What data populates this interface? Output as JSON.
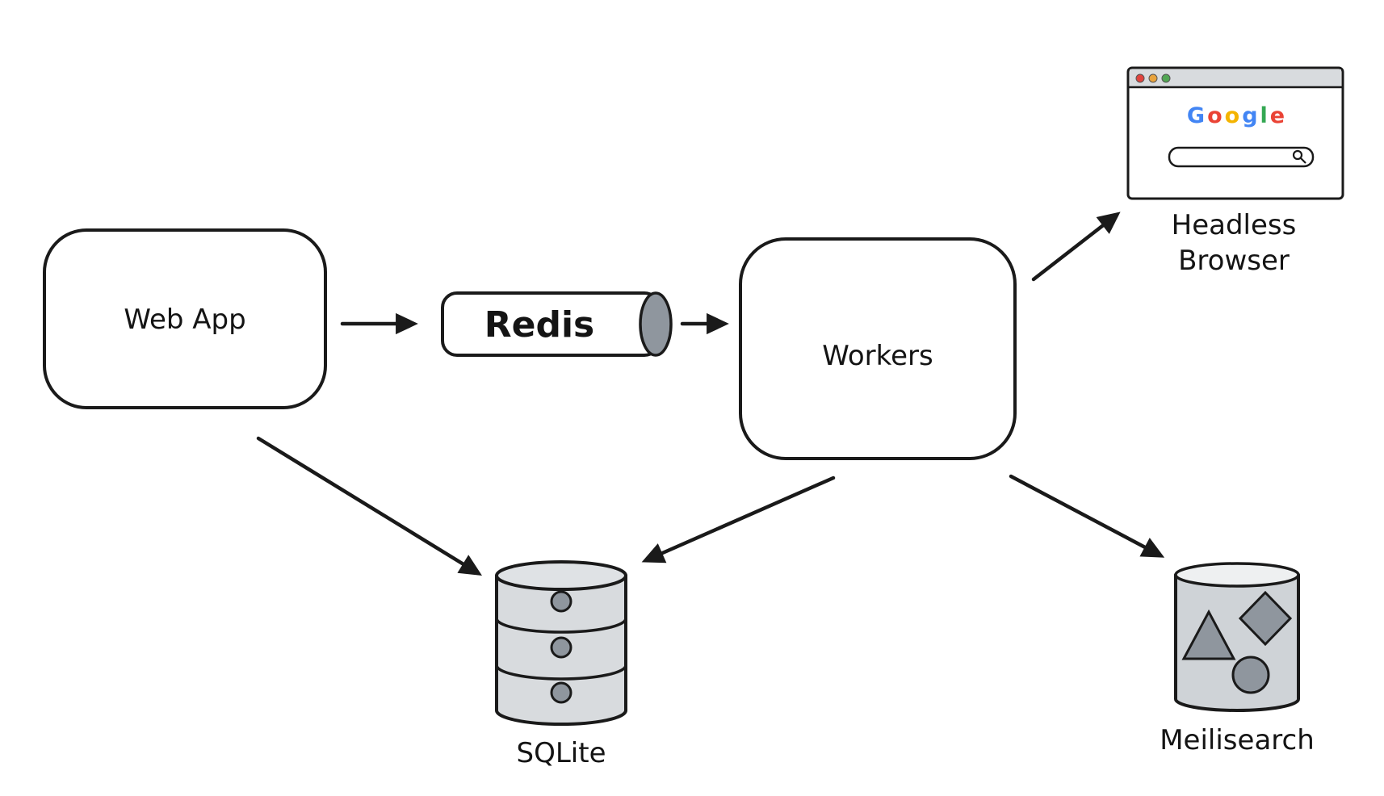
{
  "diagram": {
    "nodes": {
      "web_app": {
        "label": "Web App"
      },
      "redis": {
        "label": "Redis"
      },
      "workers": {
        "label": "Workers"
      },
      "headless_browser": {
        "label_line1": "Headless",
        "label_line2": "Browser"
      },
      "sqlite": {
        "label": "SQLite"
      },
      "meilisearch": {
        "label": "Meilisearch"
      }
    },
    "edges": [
      {
        "from": "web_app",
        "to": "redis"
      },
      {
        "from": "redis",
        "to": "workers"
      },
      {
        "from": "workers",
        "to": "headless_browser"
      },
      {
        "from": "web_app",
        "to": "sqlite"
      },
      {
        "from": "workers",
        "to": "sqlite"
      },
      {
        "from": "workers",
        "to": "meilisearch"
      }
    ],
    "browser": {
      "logo": [
        {
          "char": "G",
          "color": "#4285F4"
        },
        {
          "char": "o",
          "color": "#EA4335"
        },
        {
          "char": "o",
          "color": "#F4B400"
        },
        {
          "char": "g",
          "color": "#4285F4"
        },
        {
          "char": "l",
          "color": "#34A853"
        },
        {
          "char": "e",
          "color": "#EA4335"
        }
      ],
      "traffic_lights": {
        "red": "#E0443E",
        "yellow": "#E8A33D",
        "green": "#51A653"
      }
    },
    "colors": {
      "stroke": "#1a1a1a",
      "node_fill": "#ffffff",
      "light_gray": "#d8dbde",
      "bucket_gray": "#cfd3d7",
      "mid_gray": "#8f969e",
      "background": "#ffffff"
    }
  }
}
